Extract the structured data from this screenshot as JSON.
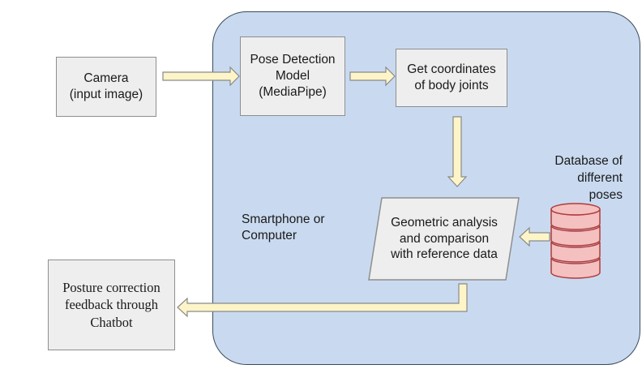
{
  "nodes": {
    "camera": "Camera\n(input image)",
    "pose_model": "Pose Detection\nModel\n(MediaPipe)",
    "coordinates": "Get coordinates\nof body joints",
    "analysis": "Geometric analysis\nand comparison\nwith reference data",
    "feedback": "Posture correction\nfeedback through\nChatbot"
  },
  "labels": {
    "device": "Smartphone or\nComputer",
    "database": "Database of\ndifferent\nposes"
  },
  "colors": {
    "container_fill": "#c9daf0",
    "box_fill": "#eeeeee",
    "arrow_fill": "#fdf5c8",
    "database_fill": "#f4c0c0"
  }
}
